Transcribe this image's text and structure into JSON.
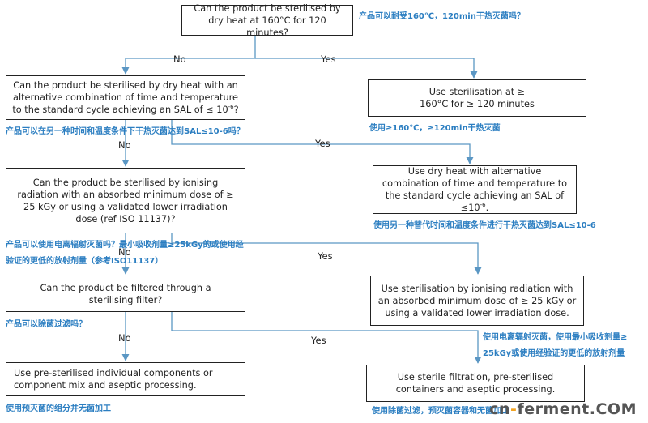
{
  "boxes": {
    "q1": "Can the product be sterilised by dry heat at 160°C for 120 minutes?",
    "q2_main": "Can the product be sterilised by dry heat with an alternative combination of time and temperature to the standard cycle achieving an SAL of ≤ 10",
    "q2_sup": "-6",
    "q2_end": "?",
    "a1": "Use sterilisation at ≥ 160°C for ≥ 120 minutes",
    "a2_main": "Use dry heat with alternative combination of time and temperature to the standard cycle achieving an SAL of ≤10",
    "a2_sup": "-6",
    "a2_end": ".",
    "q3": "Can the product be sterilised by ionising radiation with an absorbed minimum dose of ≥ 25 kGy or using a validated lower irradiation dose (ref ISO 11137)?",
    "a3": "Use sterilisation by ionising radiation with an absorbed minimum dose of ≥ 25 kGy or using a validated lower irradiation dose.",
    "q4": "Can the product be filtered through a sterilising filter?",
    "a4": "Use sterile filtration, pre-sterilised containers and aseptic processing.",
    "a5": "Use pre-sterilised individual components or component mix and aseptic processing."
  },
  "zh": {
    "q1": "产品可以耐受160℃，120min干热灭菌吗？",
    "q2": "产品可以在另一种时间和温度条件下干热灭菌达到SAL≤10-6吗？",
    "a1": "使用≥160℃，≥120min干热灭菌",
    "a2": "使用另一种替代时间和温度条件进行干热灭菌达到SAL≤10-6",
    "q3_line1": "产品可以使用电离辐射灭菌吗？最小吸收剂量≥25kGy的或使用经",
    "q3_line2": "验证的更低的放射剂量（参考ISO11137）",
    "a3_line1": "使用电离辐射灭菌，使用最小吸收剂量≥",
    "a3_line2": "25kGy或使用经验证的更低的放射剂量",
    "q4": "产品可以除菌过滤吗？",
    "a5": "使用预灭菌的组分并无菌加工",
    "a4": "使用除菌过滤，预灭菌容器和无菌加工"
  },
  "labels": {
    "no": "No",
    "yes": "Yes"
  },
  "watermark": {
    "a": "cn",
    "dash": "-",
    "b": "ferment",
    "c": ".COM"
  },
  "colors": {
    "arrow_blue": "#5b97c4",
    "zh_text": "#2b7ec1",
    "box_border": "#222222"
  }
}
